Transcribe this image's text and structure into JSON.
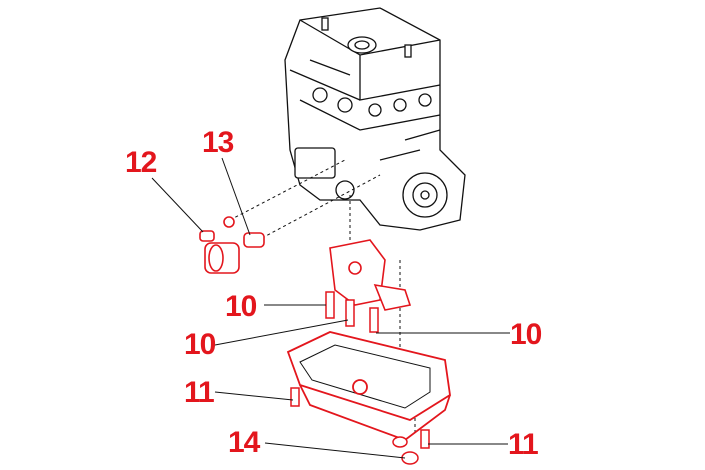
{
  "colors": {
    "callout": "#e3161d",
    "line": "#111111",
    "part": "#e3161d"
  },
  "callouts": [
    {
      "id": "c12",
      "label": "12"
    },
    {
      "id": "c13",
      "label": "13"
    },
    {
      "id": "c10a",
      "label": "10"
    },
    {
      "id": "c10b",
      "label": "10"
    },
    {
      "id": "c10c",
      "label": "10"
    },
    {
      "id": "c11a",
      "label": "11"
    },
    {
      "id": "c11b",
      "label": "11"
    },
    {
      "id": "c14",
      "label": "14"
    }
  ]
}
